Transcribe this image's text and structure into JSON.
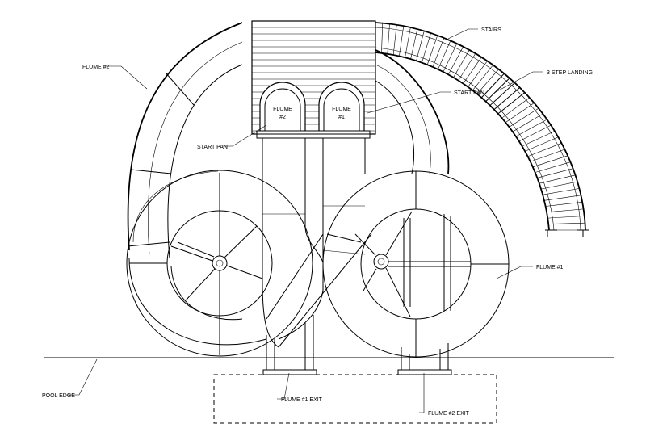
{
  "labels": {
    "flume2": "FLUME #2",
    "stairs": "STAIRS",
    "step_landing": "3 STEP LANDING",
    "start_pan_right": "START PAN",
    "start_pan_left": "START PAN",
    "flume2_tag_line1": "FLUME",
    "flume2_tag_line2": "#2",
    "flume1_tag_line1": "FLUME",
    "flume1_tag_line2": "#1",
    "flume1": "FLUME #1",
    "pool_edge": "POOL EDGE",
    "flume1_exit": "FLUME #1 EXIT",
    "flume2_exit": "FLUME #2 EXIT"
  }
}
